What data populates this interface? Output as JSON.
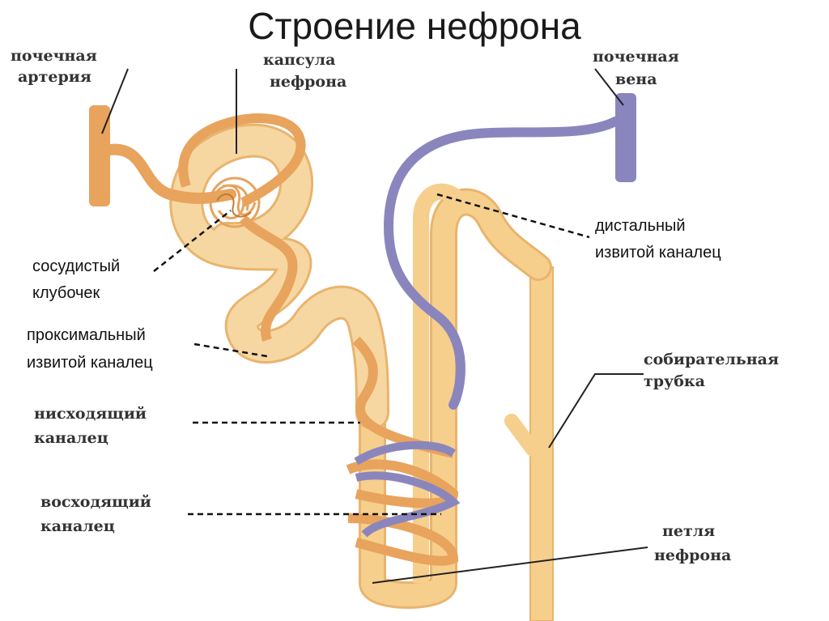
{
  "title": "Строение нефрона",
  "labels": {
    "renal_artery": [
      "почечная",
      "артерия"
    ],
    "capsule": [
      "капсула",
      "нефрона"
    ],
    "renal_vein": [
      "почечная",
      "вена"
    ],
    "glomerulus": [
      "сосудистый",
      "клубочек"
    ],
    "proximal": [
      "проксимальный",
      "извитой каналец"
    ],
    "descending": [
      "нисходящий",
      "каналец"
    ],
    "ascending": [
      "восходящий",
      "каналец"
    ],
    "distal": [
      "дистальный",
      "извитой каналец"
    ],
    "collecting": [
      "собирательная",
      "трубка"
    ],
    "loop": [
      "петля",
      "нефрона"
    ]
  },
  "colors": {
    "artery": "#e8a35d",
    "tubule": "#f6cf8c",
    "vein": "#8a86bd"
  }
}
